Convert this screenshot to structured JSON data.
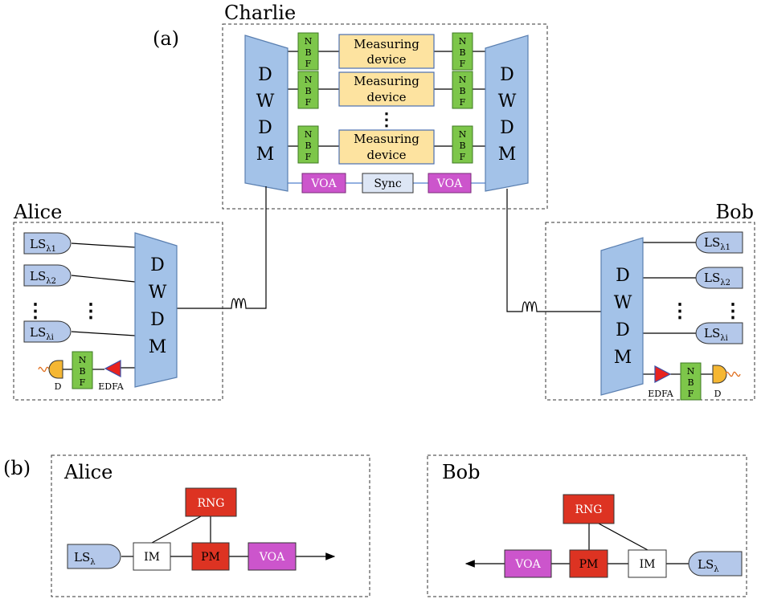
{
  "panel_a": {
    "label": "(a)",
    "charlie": {
      "title": "Charlie",
      "dwdm_letters": [
        "D",
        "W",
        "D",
        "M"
      ],
      "nbf_letters": [
        "N",
        "B",
        "F"
      ],
      "measuring_line1": "Measuring",
      "measuring_line2": "device",
      "voa": "VOA",
      "sync": "Sync",
      "vdots": "⋮"
    },
    "alice": {
      "title": "Alice",
      "ls_base": "LS",
      "ls_subs": [
        "λ1",
        "λ2",
        "λi"
      ],
      "dwdm_letters": [
        "D",
        "W",
        "D",
        "M"
      ],
      "nbf_letters": [
        "N",
        "B",
        "F"
      ],
      "detector": "D",
      "edfa": "EDFA",
      "vdots": "⋮"
    },
    "bob": {
      "title": "Bob",
      "ls_base": "LS",
      "ls_subs": [
        "λ1",
        "λ2",
        "λi"
      ],
      "dwdm_letters": [
        "D",
        "W",
        "D",
        "M"
      ],
      "nbf_letters": [
        "N",
        "B",
        "F"
      ],
      "detector": "D",
      "edfa": "EDFA",
      "vdots": "⋮"
    }
  },
  "panel_b": {
    "label": "(b)",
    "alice": {
      "title": "Alice",
      "ls_base": "LS",
      "ls_sub": "λ",
      "im": "IM",
      "pm": "PM",
      "voa": "VOA",
      "rng": "RNG"
    },
    "bob": {
      "title": "Bob",
      "ls_base": "LS",
      "ls_sub": "λ",
      "im": "IM",
      "pm": "PM",
      "voa": "VOA",
      "rng": "RNG"
    }
  },
  "colors": {
    "dwdm_fill": "#a3c2e8",
    "dwdm_stroke": "#5a7fb0",
    "nbf_fill": "#7dc64a",
    "measuring_fill": "#fde3a0",
    "voa_fill": "#cc55cc",
    "sync_fill": "#dde6f5",
    "ls_fill": "#b4c8ea",
    "pm_rng_fill": "#dd3322",
    "edfa_fill": "#e8231f",
    "detector_fill": "#f5b733",
    "fiber_line": "#6f96d6"
  }
}
